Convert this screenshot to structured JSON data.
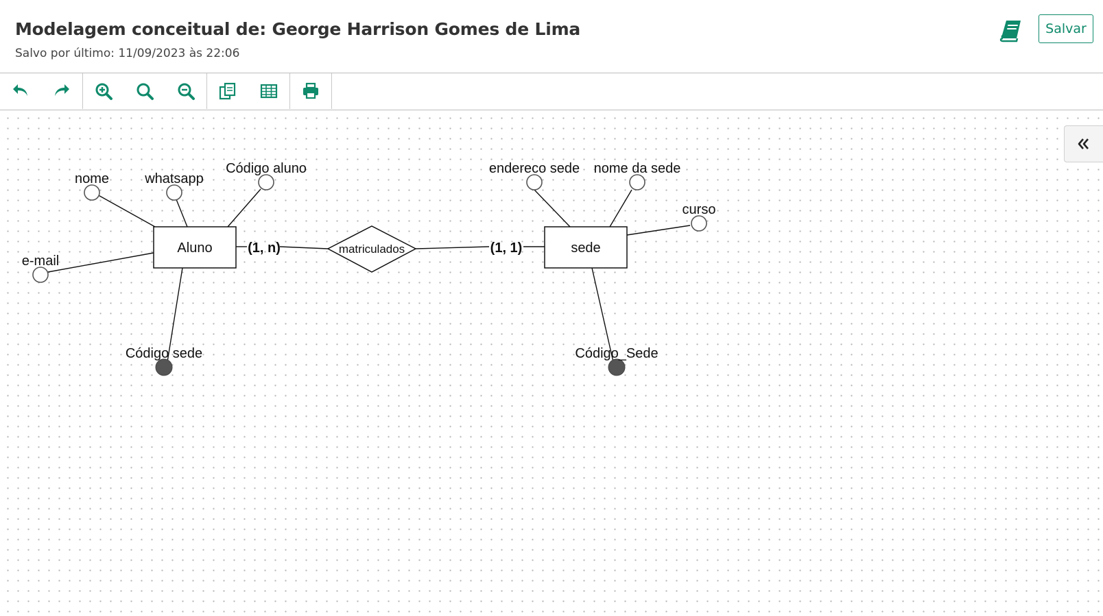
{
  "header": {
    "title": "Modelagem conceitual de: George Harrison Gomes de Lima",
    "saved_info": "Salvo por último: 11/09/2023 às 22:06",
    "save_label": "Salvar",
    "book_icon": "book-icon"
  },
  "toolbar": {
    "groups": [
      [
        "undo-icon",
        "redo-icon"
      ],
      [
        "zoom-in-icon",
        "zoom-reset-icon",
        "zoom-out-icon"
      ],
      [
        "copy-icon",
        "table-icon"
      ],
      [
        "print-icon"
      ]
    ]
  },
  "colors": {
    "accent": "#0f8a6b",
    "key_attribute_fill": "#555555"
  },
  "sidebar_toggle": {
    "icon": "double-chevron-left-icon"
  },
  "diagram": {
    "entities": {
      "aluno": {
        "name": "Aluno"
      },
      "sede": {
        "name": "sede"
      }
    },
    "relationship": {
      "name": "matriculados"
    },
    "cardinalities": {
      "aluno_side": "(1, n)",
      "sede_side": "(1, 1)"
    },
    "attributes": {
      "nome": "nome",
      "whatsapp": "whatsapp",
      "codigo_aluno": "Código aluno",
      "email": "e-mail",
      "codigo_sede_aluno": "Código sede",
      "endereco_sede": "endereco sede",
      "nome_da_sede": "nome da sede",
      "curso": "curso",
      "codigo_sede": "Código_Sede"
    }
  }
}
